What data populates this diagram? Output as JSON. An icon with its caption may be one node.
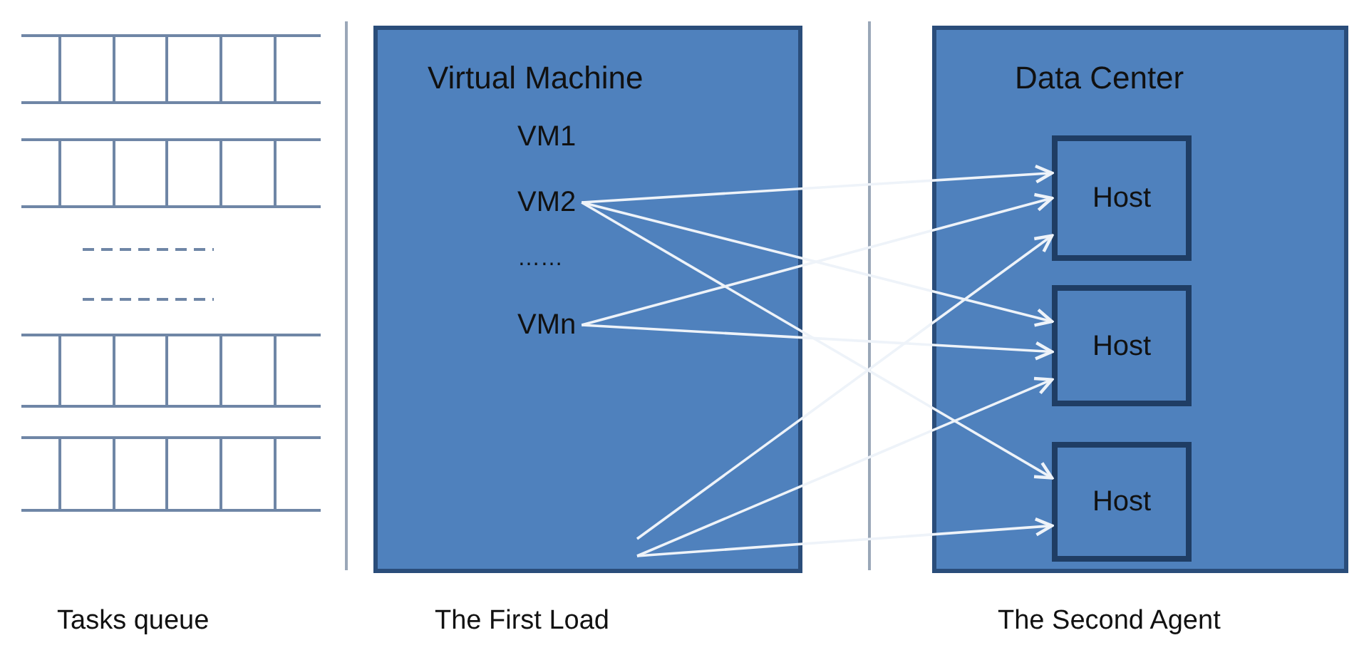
{
  "diagram": {
    "nodes": [
      {
        "text": [
          "Virtual Machine"
        ]
      },
      {
        "text": [
          "VM1"
        ],
        "in": 0
      },
      {
        "text": [
          "VM2"
        ],
        "in": 0
      },
      {
        "text": [
          "……"
        ],
        "in": 0
      },
      {
        "text": [
          "VMn"
        ],
        "in": 0
      },
      {
        "text": [
          "Data Center"
        ]
      },
      {
        "text": [
          "Host"
        ],
        "in": 5
      },
      {
        "text": [
          "Host"
        ],
        "in": 5
      },
      {
        "text": [
          "Host"
        ],
        "in": 5
      }
    ],
    "edges": [
      {
        "from": 2,
        "to": 6,
        "arrow": "to"
      },
      {
        "from": 2,
        "to": 7,
        "arrow": "to"
      },
      {
        "from": 2,
        "to": 8,
        "arrow": "to"
      },
      {
        "from": 4,
        "to": 6,
        "arrow": "to"
      },
      {
        "from": 4,
        "to": 7,
        "arrow": "to"
      },
      {
        "from": 0,
        "to": 6,
        "arrow": "to"
      },
      {
        "from": 0,
        "to": 7,
        "arrow": "to"
      },
      {
        "from": 0,
        "to": 8,
        "arrow": "to"
      }
    ],
    "labels": [
      "Tasks queue",
      "The First Load",
      "The Second Agent"
    ]
  }
}
